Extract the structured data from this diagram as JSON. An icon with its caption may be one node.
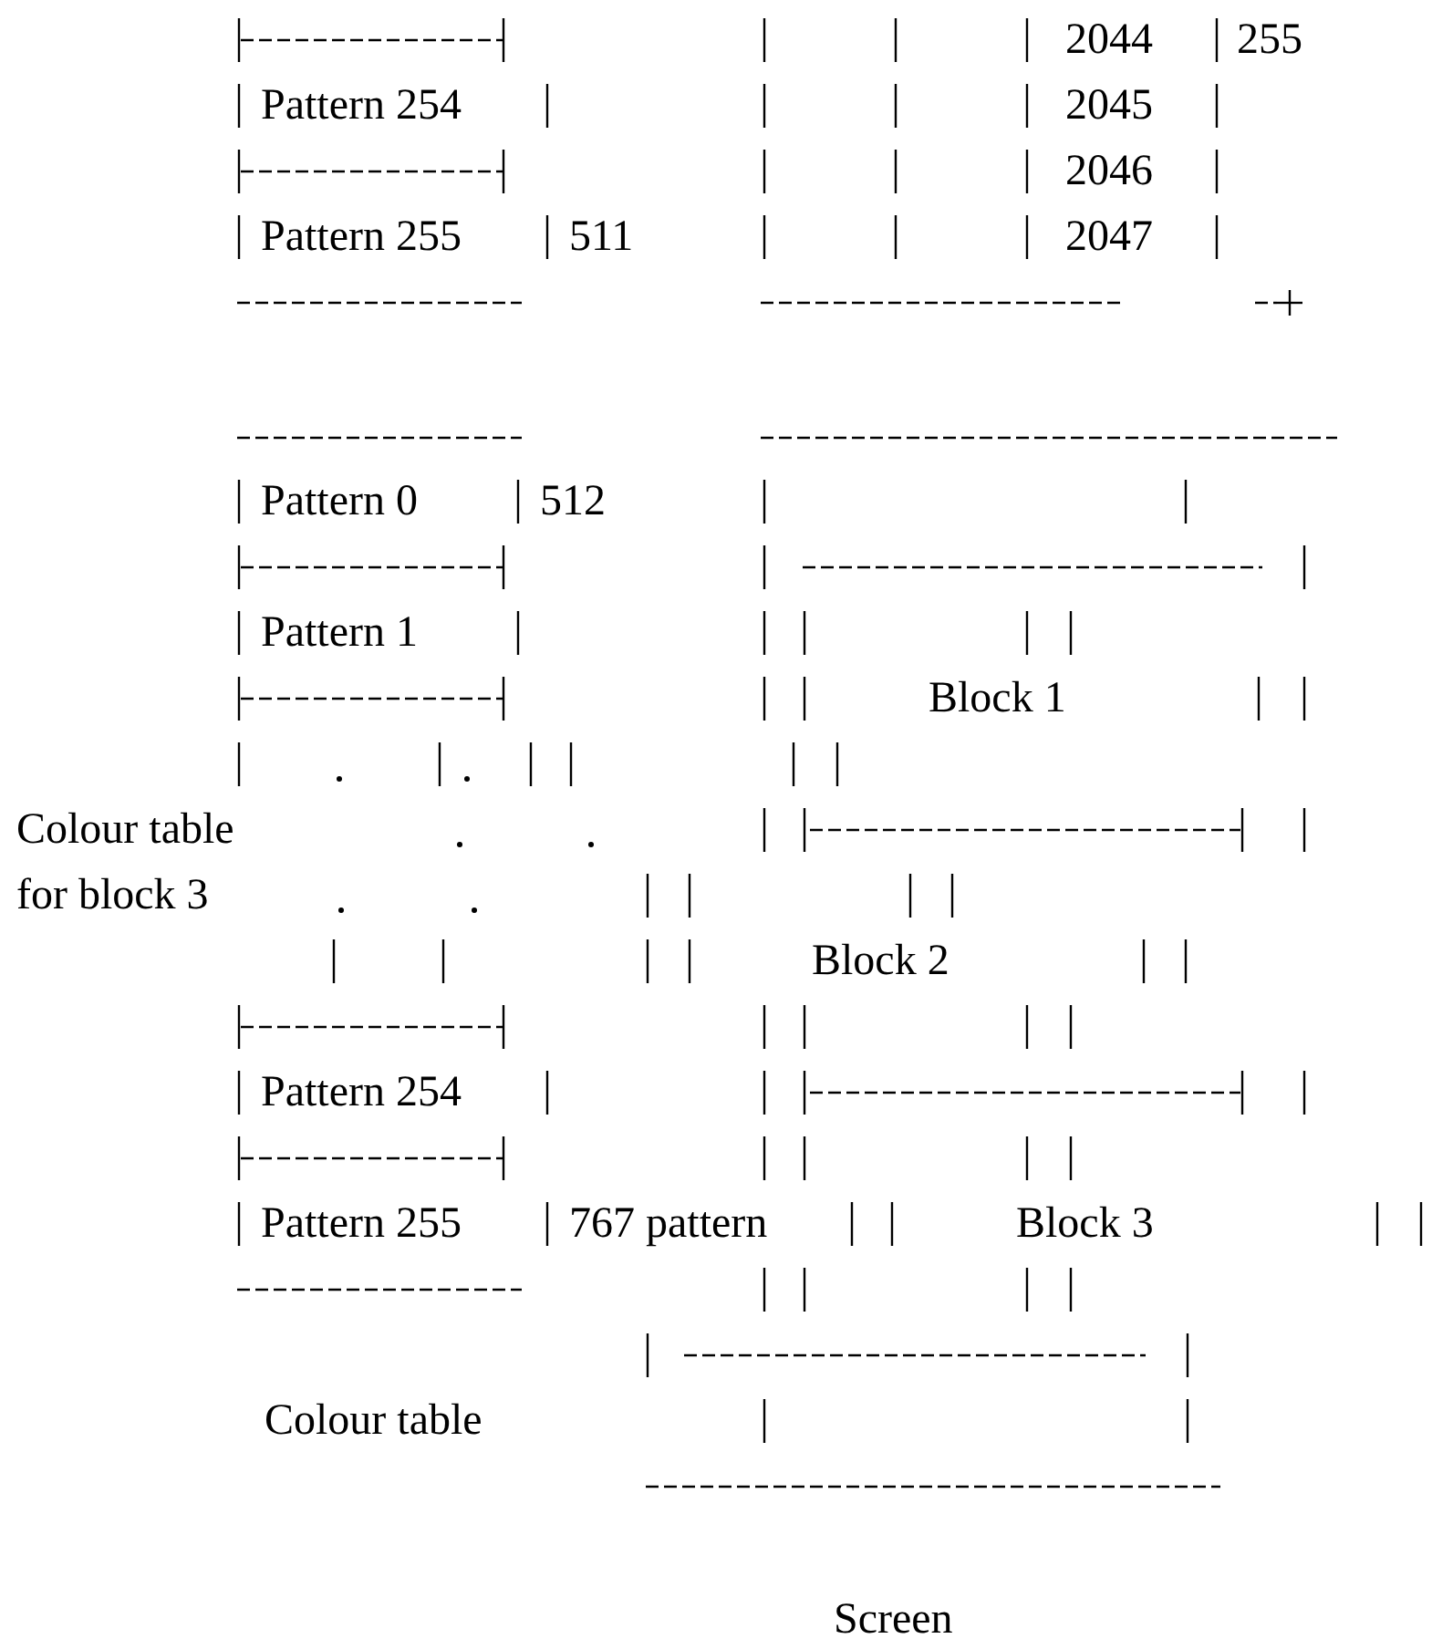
{
  "diagram": {
    "labels": [
      "2044",
      "255",
      "Pattern 254",
      "2045",
      "2046",
      "Pattern 255",
      "511",
      "2047",
      "Pattern 0",
      "512",
      "Pattern 1",
      "Block 1",
      "Colour table for block 3",
      "Block 2",
      "Pattern 254",
      "Pattern 255",
      "767 pattern",
      "Block 3",
      "Colour table",
      "Screen"
    ]
  }
}
